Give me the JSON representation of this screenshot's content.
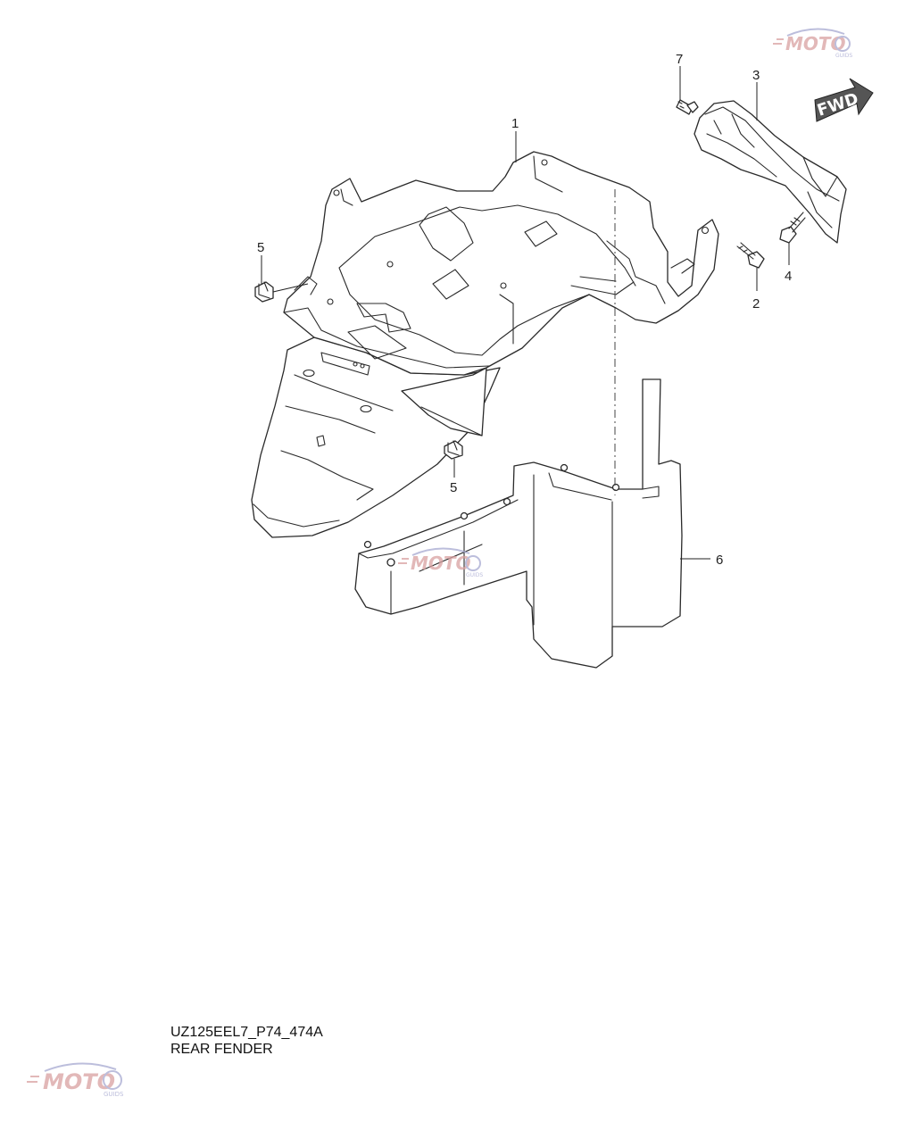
{
  "diagram": {
    "code": "UZ125EEL7_P74_474A",
    "title": "REAR FENDER",
    "fwd_label": "FWD",
    "callouts": [
      "1",
      "2",
      "3",
      "4",
      "5",
      "5",
      "6",
      "7"
    ]
  },
  "watermark": {
    "text": "MOTO",
    "sub": "GUIDS"
  },
  "colors": {
    "line": "#2a2a2a",
    "arrow_fill": "#555555",
    "watermark_red": "#d9a0a0",
    "watermark_blue": "#a6a8d0"
  },
  "icons": [
    "fwd-arrow-icon",
    "moto-guids-logo-icon"
  ]
}
